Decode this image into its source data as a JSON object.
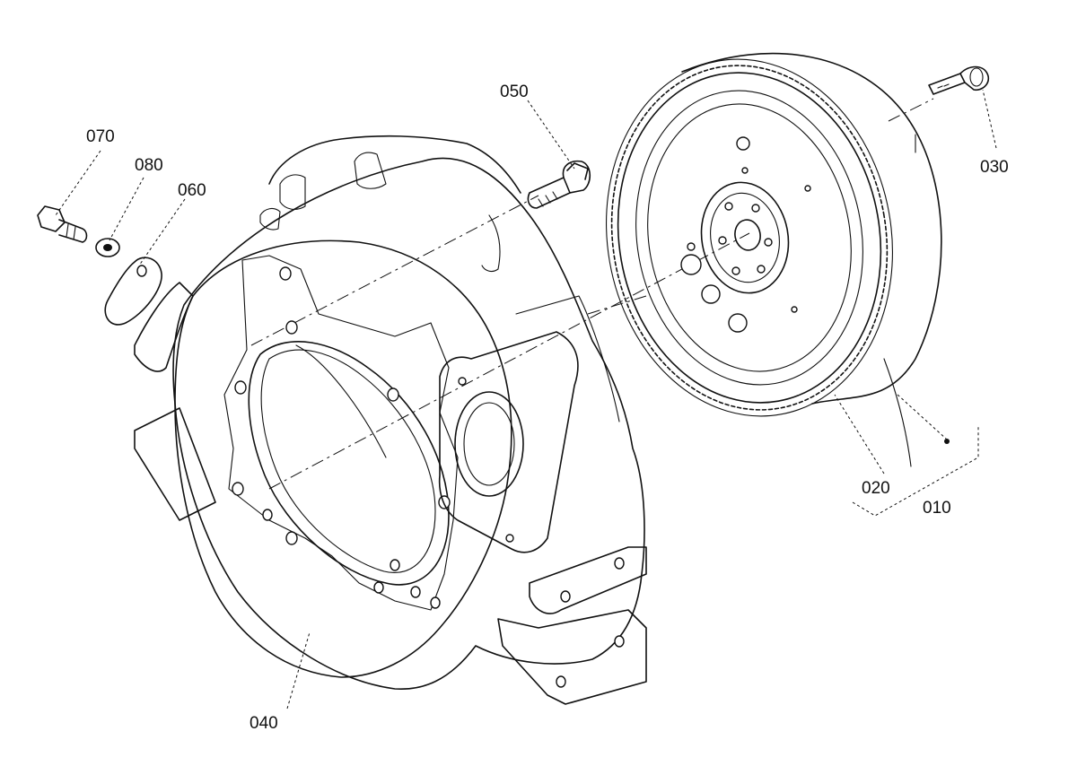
{
  "diagram": {
    "parts": [
      {
        "id": "070",
        "name_key": "bolt-small"
      },
      {
        "id": "080",
        "name_key": "washer"
      },
      {
        "id": "060",
        "name_key": "cover-plate"
      },
      {
        "id": "050",
        "name_key": "bolt-housing"
      },
      {
        "id": "030",
        "name_key": "bolt-flywheel"
      },
      {
        "id": "020",
        "name_key": "ring-gear"
      },
      {
        "id": "010",
        "name_key": "flywheel-assembly"
      },
      {
        "id": "040",
        "name_key": "flywheel-housing"
      }
    ],
    "labels": {
      "p070": "070",
      "p080": "080",
      "p060": "060",
      "p050": "050",
      "p030": "030",
      "p020": "020",
      "p010": "010",
      "p040": "040"
    }
  }
}
